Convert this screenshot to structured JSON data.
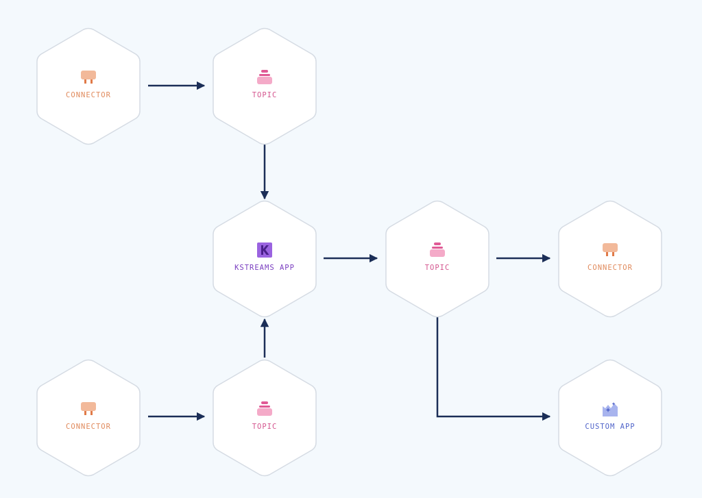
{
  "nodes": {
    "connector_top_left": {
      "label": "CONNECTOR",
      "icon": "plug-icon"
    },
    "topic_top": {
      "label": "TOPIC",
      "icon": "topic-stack-icon"
    },
    "kstreams_app": {
      "label": "KSTREAMS APP",
      "icon": "kstreams-k-icon"
    },
    "topic_middle": {
      "label": "TOPIC",
      "icon": "topic-stack-icon"
    },
    "connector_middle_right": {
      "label": "CONNECTOR",
      "icon": "plug-icon"
    },
    "connector_bottom_left": {
      "label": "CONNECTOR",
      "icon": "plug-icon"
    },
    "topic_bottom": {
      "label": "TOPIC",
      "icon": "topic-stack-icon"
    },
    "custom_app": {
      "label": "CUSTOM APP",
      "icon": "custom-app-sparkle-icon"
    }
  },
  "edges": [
    {
      "from": "connector_top_left",
      "to": "topic_top"
    },
    {
      "from": "topic_top",
      "to": "kstreams_app"
    },
    {
      "from": "connector_bottom_left",
      "to": "topic_bottom"
    },
    {
      "from": "topic_bottom",
      "to": "kstreams_app"
    },
    {
      "from": "kstreams_app",
      "to": "topic_middle"
    },
    {
      "from": "topic_middle",
      "to": "connector_middle_right"
    },
    {
      "from": "topic_middle",
      "to": "custom_app"
    }
  ],
  "colors": {
    "background": "#f4f9fd",
    "hex_fill": "#ffffff",
    "hex_stroke": "#d5dbe3",
    "arrow": "#1b2e57",
    "connector": "#e08a5c",
    "topic": "#d4568f",
    "kstreams": "#7a3ec0",
    "custom_app": "#4f63c9"
  }
}
